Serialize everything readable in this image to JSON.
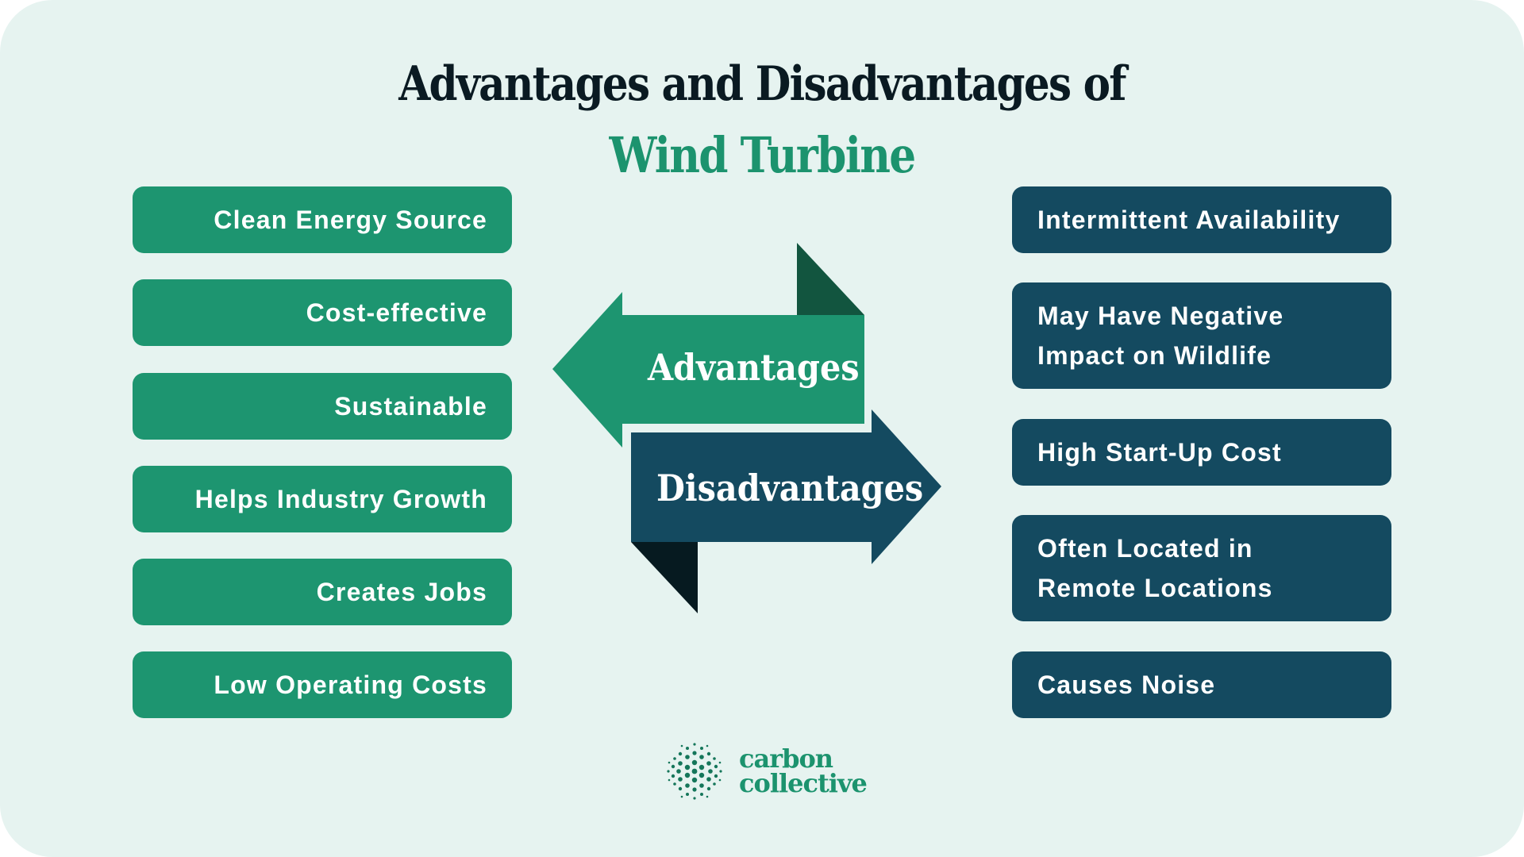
{
  "title": {
    "line1": "Advantages and Disadvantages of",
    "line2": "Wind Turbine"
  },
  "arrows": {
    "advantages_label": "Advantages",
    "disadvantages_label": "Disadvantages"
  },
  "advantages": [
    {
      "label": "Clean Energy Source"
    },
    {
      "label": "Cost-effective"
    },
    {
      "label": "Sustainable"
    },
    {
      "label": "Helps Industry Growth"
    },
    {
      "label": "Creates Jobs"
    },
    {
      "label": "Low Operating Costs"
    }
  ],
  "disadvantages": [
    {
      "label": "Intermittent Availability"
    },
    {
      "label": "May Have Negative Impact on Wildlife"
    },
    {
      "label": "High Start-Up Cost"
    },
    {
      "label": "Often Located in Remote Locations"
    },
    {
      "label": "Causes Noise"
    }
  ],
  "logo": {
    "line1": "carbon",
    "line2": "collective"
  },
  "colors": {
    "background": "#e6f3f0",
    "advantage_green": "#1d9570",
    "advantage_fold": "#12553f",
    "disadvantage_navy": "#144a60",
    "disadvantage_fold": "#061a20",
    "title_dark": "#0a1a22",
    "title_green": "#1c936e"
  }
}
